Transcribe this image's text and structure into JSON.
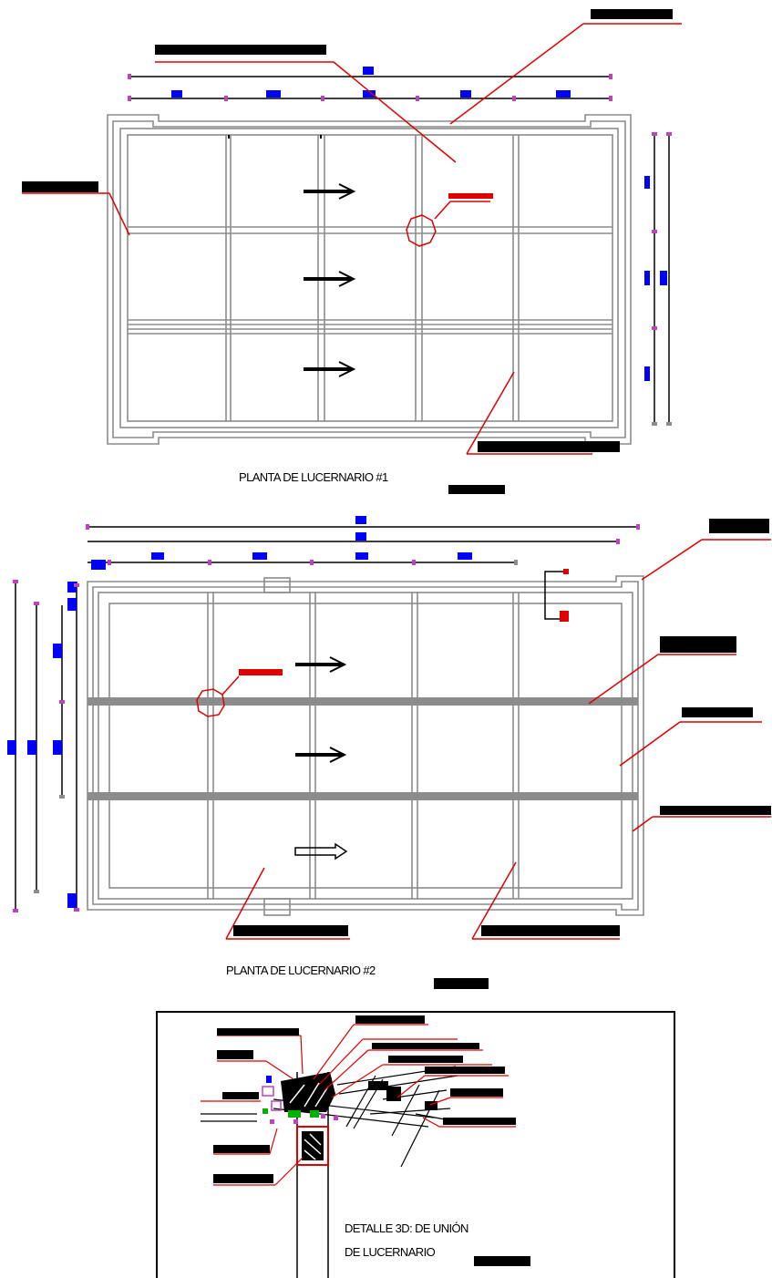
{
  "drawing": {
    "plan1": {
      "title": "PLANTA DE LUCERNARIO #1"
    },
    "plan2": {
      "title": "PLANTA DE LUCERNARIO #2"
    },
    "detail": {
      "title_line1": "DETALLE 3D: DE  UNIÓN",
      "title_line2": "DE LUCERNARIO"
    }
  },
  "colors": {
    "frame": "#8c8c8c",
    "leader": "#e00000",
    "label_bar": "#000000",
    "dim_mark": "#0000ff",
    "dim_tick": "#c040c0",
    "detail_green": "#00b000"
  }
}
